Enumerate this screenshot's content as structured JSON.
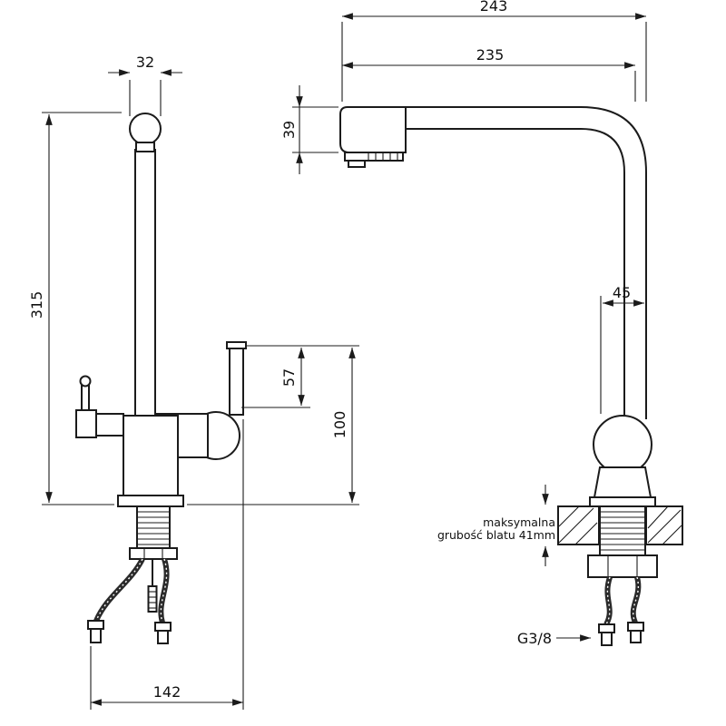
{
  "dims": {
    "front": {
      "width_top": "32",
      "height": "315",
      "spout_upper": "57",
      "spout_total": "100",
      "base_width": "142"
    },
    "side": {
      "depth_total": "243",
      "reach": "235",
      "head_height": "39",
      "body_width": "45",
      "note1": "maksymalna",
      "note2": "grubość blatu 41mm",
      "thread": "G3/8"
    }
  }
}
